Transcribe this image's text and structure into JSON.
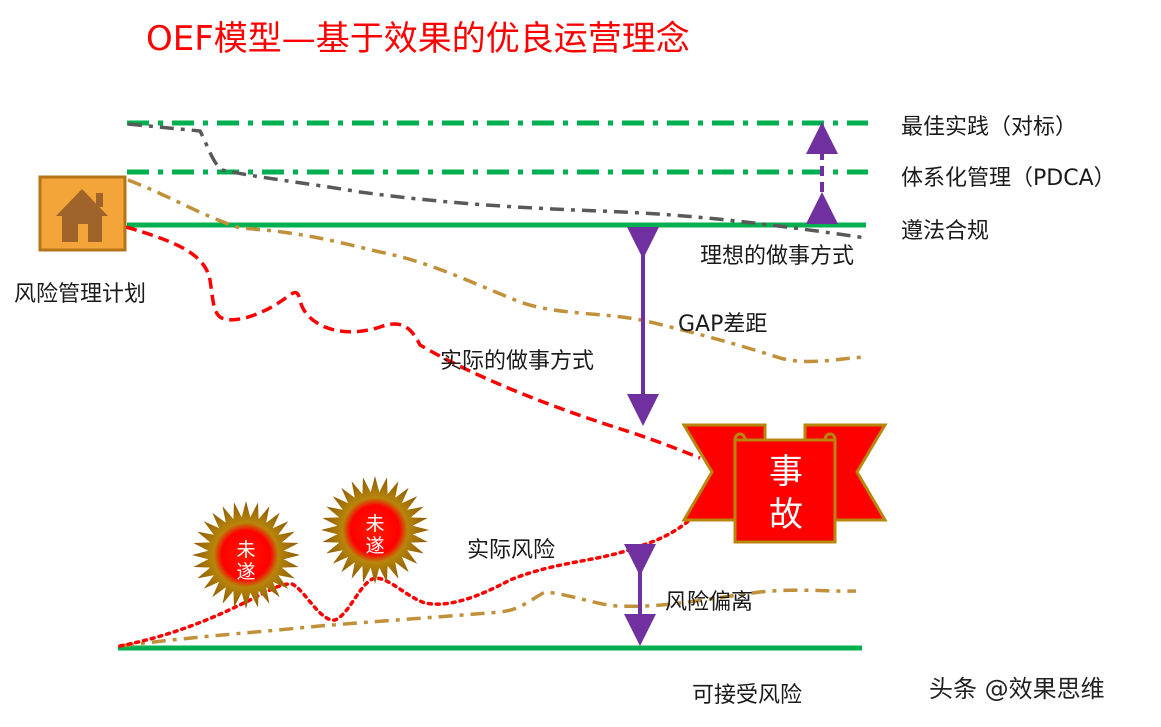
{
  "title": "OEF模型—基于效果的优良运营理念",
  "labels": {
    "best_practice": "最佳实践（对标）",
    "systematic": "体系化管理（PDCA）",
    "compliance": "遵法合规",
    "ideal_way": "理想的做事方式",
    "gap": "GAP差距",
    "actual_way": "实际的做事方式",
    "risk_plan": "风险管理计划",
    "actual_risk": "实际风险",
    "risk_deviation": "风险偏离",
    "acceptable_risk": "可接受风险"
  },
  "accident": {
    "line1": "事",
    "line2": "故"
  },
  "near_miss": [
    {
      "line1": "未",
      "line2": "遂"
    },
    {
      "line1": "未",
      "line2": "遂"
    }
  ],
  "watermark": "头条 @效果思维",
  "colors": {
    "title": "#ff0000",
    "green_line": "#00b050",
    "gray_line": "#595959",
    "gold_line": "#c0913a",
    "red_line": "#ff0000",
    "purple_arrow": "#7030a0",
    "house": "#f4a53a"
  }
}
